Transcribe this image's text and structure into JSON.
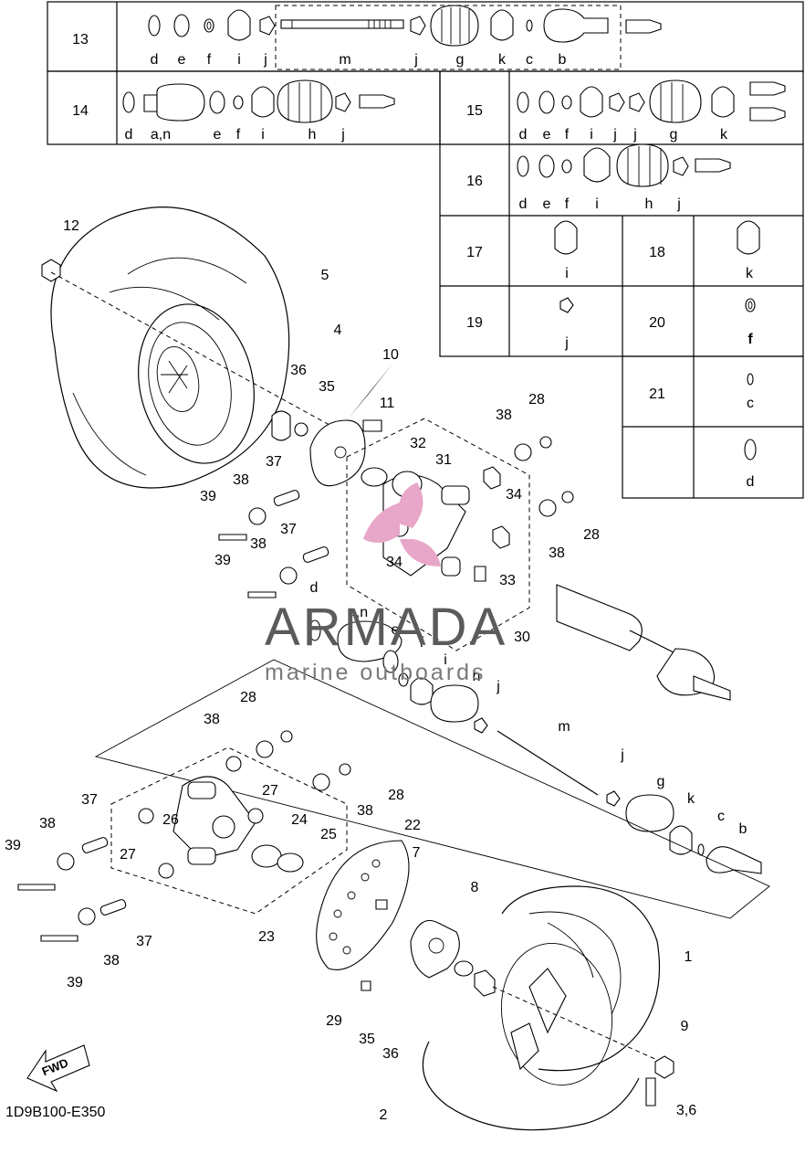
{
  "diagram_code": "1D9B100-E350",
  "watermark": {
    "brand": "ARMADA",
    "tagline": "marine outboards",
    "logo_color": "#e8a6c8"
  },
  "fwd_label": "FWD",
  "kit_table": {
    "rows": [
      {
        "num": "13",
        "letters": [
          "d",
          "e",
          "f",
          "i",
          "j",
          "m",
          "j",
          "g",
          "k",
          "c",
          "b"
        ]
      },
      {
        "num": "14",
        "letters": [
          "d",
          "a,n",
          "e",
          "f",
          "i",
          "h",
          "j"
        ]
      },
      {
        "num": "15",
        "letters": [
          "d",
          "e",
          "f",
          "i",
          "j",
          "j",
          "g",
          "k"
        ]
      },
      {
        "num": "16",
        "letters": [
          "d",
          "e",
          "f",
          "i",
          "h",
          "j"
        ]
      },
      {
        "num": "17",
        "letters": [
          "i"
        ]
      },
      {
        "num": "18",
        "letters": [
          "k"
        ]
      },
      {
        "num": "19",
        "letters": [
          "j"
        ]
      },
      {
        "num": "20",
        "letters": [
          "f"
        ]
      },
      {
        "num": "21",
        "letters": [
          "c"
        ]
      },
      {
        "num": "",
        "letters": [
          "d"
        ]
      }
    ]
  },
  "callouts": [
    "12",
    "5",
    "4",
    "10",
    "11",
    "36",
    "35",
    "32",
    "31",
    "38",
    "28",
    "34",
    "34",
    "28",
    "38",
    "37",
    "38",
    "39",
    "37",
    "38",
    "39",
    "33",
    "30",
    "d",
    "a,n",
    "e",
    "f",
    "i",
    "h",
    "j",
    "m",
    "28",
    "38",
    "27",
    "26",
    "28",
    "38",
    "37",
    "38",
    "39",
    "27",
    "24",
    "25",
    "22",
    "7",
    "8",
    "37",
    "38",
    "39",
    "23",
    "1",
    "29",
    "35",
    "36",
    "9",
    "2",
    "3,6",
    "j",
    "g",
    "k",
    "c",
    "b"
  ]
}
